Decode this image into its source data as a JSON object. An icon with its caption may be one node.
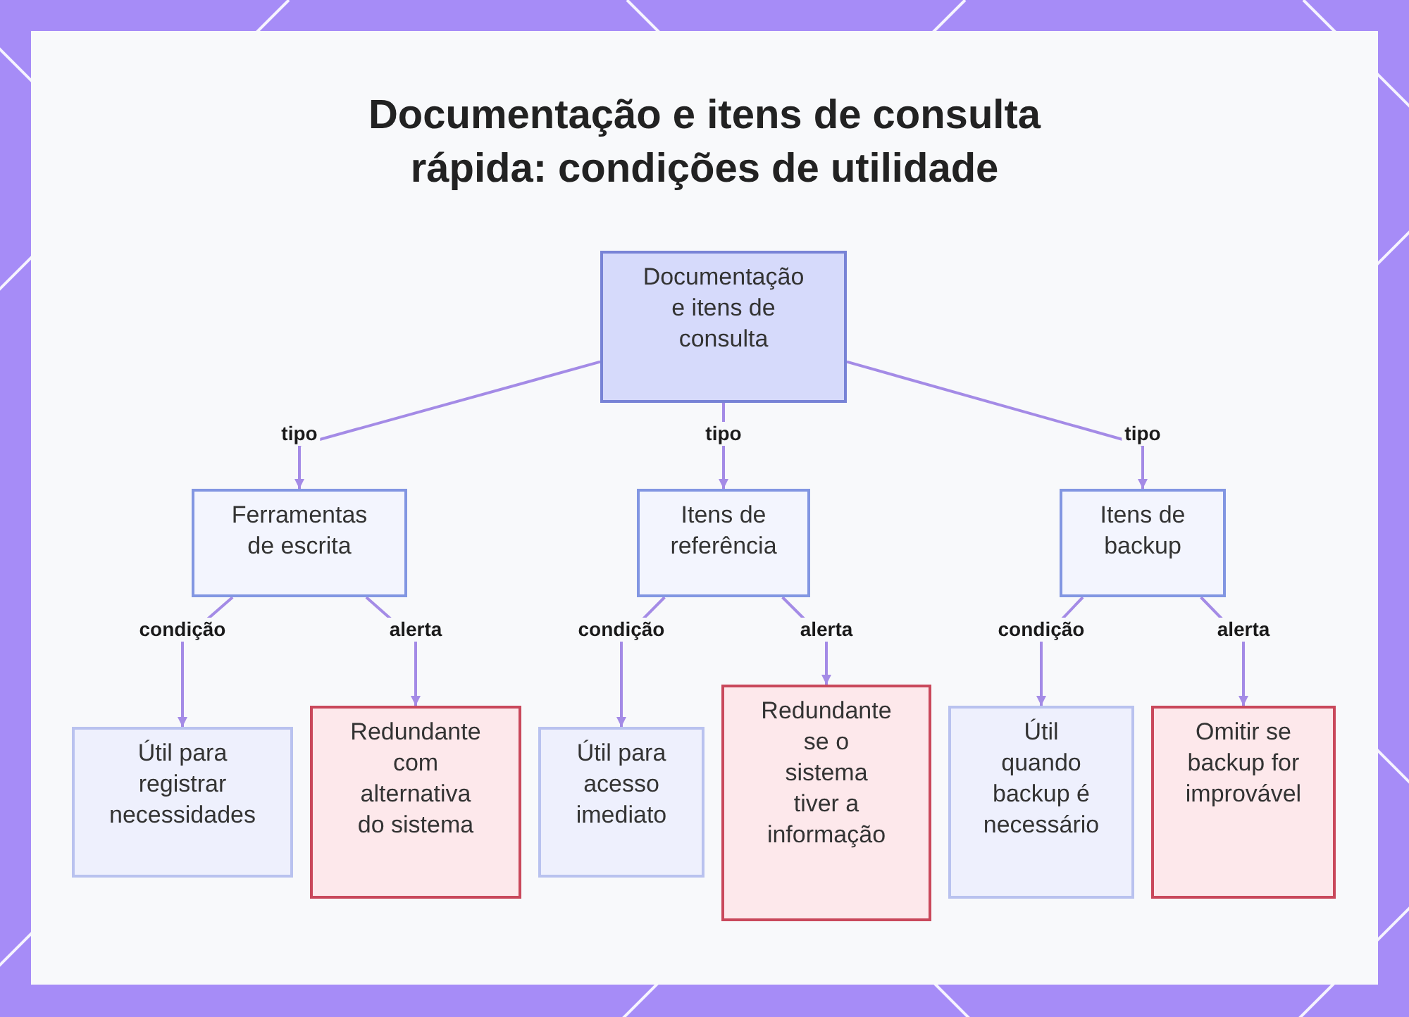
{
  "diagram": {
    "title": "Documentação e itens de consulta rápida: condições de utilidade",
    "nodes": [
      {
        "text": [
          "Documentação e itens de consulta"
        ]
      },
      {
        "text": [
          "Ferramentas de escrita"
        ]
      },
      {
        "text": [
          "Itens de referência"
        ]
      },
      {
        "text": [
          "Itens de backup"
        ]
      },
      {
        "text": [
          "Útil para registrar necessidades"
        ]
      },
      {
        "text": [
          "Redundante com alternativa do sistema"
        ]
      },
      {
        "text": [
          "Útil para acesso imediato"
        ]
      },
      {
        "text": [
          "Redundante se o sistema tiver a informação"
        ]
      },
      {
        "text": [
          "Útil quando backup é necessário"
        ]
      },
      {
        "text": [
          "Omitir se backup for improvável"
        ]
      }
    ],
    "edges": [
      {
        "from": 0,
        "to": 1,
        "arrow": "to",
        "label": "tipo"
      },
      {
        "from": 0,
        "to": 2,
        "arrow": "to",
        "label": "tipo"
      },
      {
        "from": 0,
        "to": 3,
        "arrow": "to",
        "label": "tipo"
      },
      {
        "from": 1,
        "to": 4,
        "arrow": "to",
        "label": "condição"
      },
      {
        "from": 1,
        "to": 5,
        "arrow": "to",
        "label": "alerta"
      },
      {
        "from": 2,
        "to": 6,
        "arrow": "to",
        "label": "condição"
      },
      {
        "from": 2,
        "to": 7,
        "arrow": "to",
        "label": "alerta"
      },
      {
        "from": 3,
        "to": 8,
        "arrow": "to",
        "label": "condição"
      },
      {
        "from": 3,
        "to": 9,
        "arrow": "to",
        "label": "alerta"
      }
    ]
  }
}
